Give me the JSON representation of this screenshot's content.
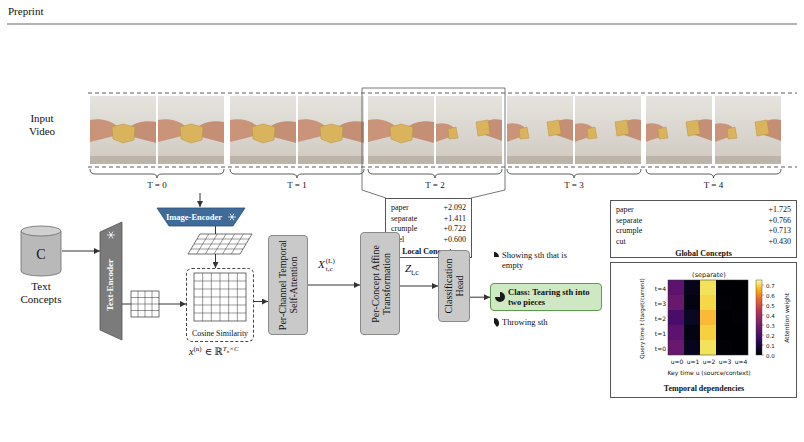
{
  "diagram": {
    "nodes": [
      {
        "text": [
          "Image-Encoder"
        ]
      },
      {
        "text": [
          "paper",
          "+2.092",
          "separate",
          "+1.411",
          "crumple",
          "+0.722",
          "peel",
          "+0.600",
          "Local Concepts"
        ]
      },
      {
        "text": [
          "paper",
          "+1.725",
          "separate",
          "+0.766",
          "crumple",
          "+0.713",
          "cut",
          "+0.430",
          "Global Concepts"
        ]
      },
      {
        "text": [
          "C",
          "Text Concepts"
        ]
      },
      {
        "text": [
          "Text-Encoder"
        ]
      },
      {
        "text": [
          "Cosine Similarity"
        ]
      },
      {
        "text": [
          "Per-Channel Temporal Self-Attention"
        ]
      },
      {
        "text": [
          "Per-Concept Affine Transformation"
        ]
      },
      {
        "text": [
          "Classification Head"
        ]
      },
      {
        "text": [
          "Class: Tearing sth into two pieces"
        ]
      },
      {
        "text": [
          "(separate)",
          "Query time t (target/current)",
          "t=4",
          "t=3",
          "t=2",
          "t=1",
          "t=0",
          "Key time u (source/context)",
          "u=0",
          "u=1",
          "u=2",
          "u=3",
          "u=4",
          "0.7",
          "0.6",
          "0.5",
          "0.4",
          "0.3",
          "0.2",
          "0.1",
          "0.0",
          "Attention weight",
          "Temporal dependencies"
        ]
      }
    ],
    "edges": [
      {
        "from": 3,
        "to": 4,
        "arrow": "to"
      },
      {
        "from": 4,
        "to": 5,
        "arrow": "to"
      },
      {
        "from": 0,
        "to": 5,
        "arrow": "to"
      },
      {
        "from": 5,
        "to": 6,
        "arrow": "to"
      },
      {
        "from": 6,
        "to": 7,
        "arrow": "to"
      },
      {
        "from": 7,
        "to": 8,
        "arrow": "to"
      },
      {
        "from": 8,
        "to": 9,
        "arrow": "to"
      }
    ],
    "labels": [
      "Preprint",
      "Input Video",
      "T = 0",
      "T = 1",
      "T = 2",
      "T = 3",
      "T = 4",
      "x",
      "(n)",
      "∈ ℝ",
      "T",
      "n",
      "×C",
      "X",
      "(L)",
      "t,c",
      "Z",
      "t,c",
      "Showing sth that is empty",
      "Throwing sth"
    ]
  }
}
